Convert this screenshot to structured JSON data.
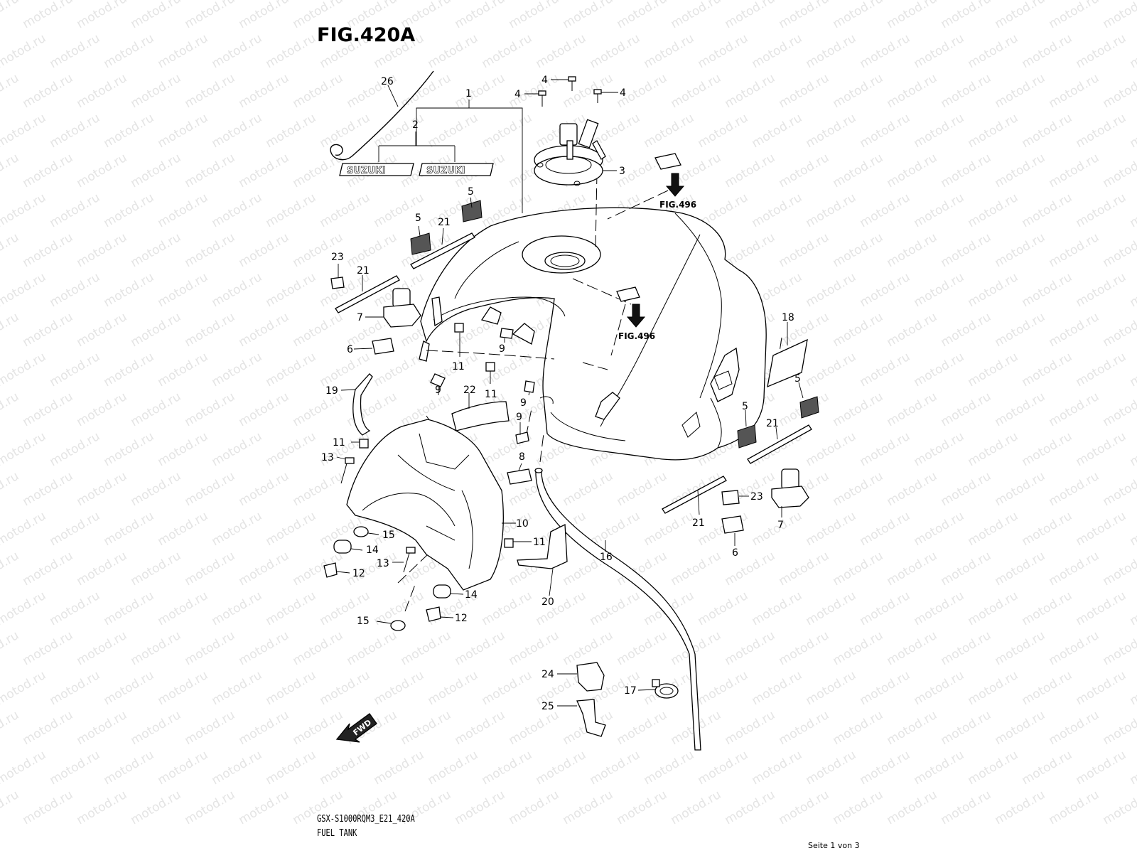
{
  "figure": {
    "title": "FIG.420A",
    "model_code": "GSX-S1000RQM3_E21_420A",
    "assembly_name": "FUEL TANK",
    "page_indicator": "Seite 1 von 3",
    "watermark": "motod.ru"
  },
  "references": {
    "ref_top": "FIG.496",
    "ref_middle": "FIG.496"
  },
  "decals": {
    "emblem_left": "SUZUKI",
    "emblem_right": "SUZUKI",
    "fwd_label": "FWD"
  },
  "part_numbers": {
    "p1": "1",
    "p2": "2",
    "p3": "3",
    "p4a": "4",
    "p4b": "4",
    "p4c": "4",
    "p5a": "5",
    "p5b": "5",
    "p5c": "5",
    "p5d": "5",
    "p6a": "6",
    "p6b": "6",
    "p7a": "7",
    "p7b": "7",
    "p8": "8",
    "p9a": "9",
    "p9b": "9",
    "p9c": "9",
    "p9d": "9",
    "p10": "10",
    "p11a": "11",
    "p11b": "11",
    "p11c": "11",
    "p11d": "11",
    "p12a": "12",
    "p12b": "12",
    "p13a": "13",
    "p13b": "13",
    "p14a": "14",
    "p14b": "14",
    "p15a": "15",
    "p15b": "15",
    "p16": "16",
    "p17": "17",
    "p18": "18",
    "p19": "19",
    "p20": "20",
    "p21a": "21",
    "p21b": "21",
    "p21c": "21",
    "p21d": "21",
    "p22": "22",
    "p23a": "23",
    "p23b": "23",
    "p24": "24",
    "p25": "25",
    "p26": "26"
  }
}
